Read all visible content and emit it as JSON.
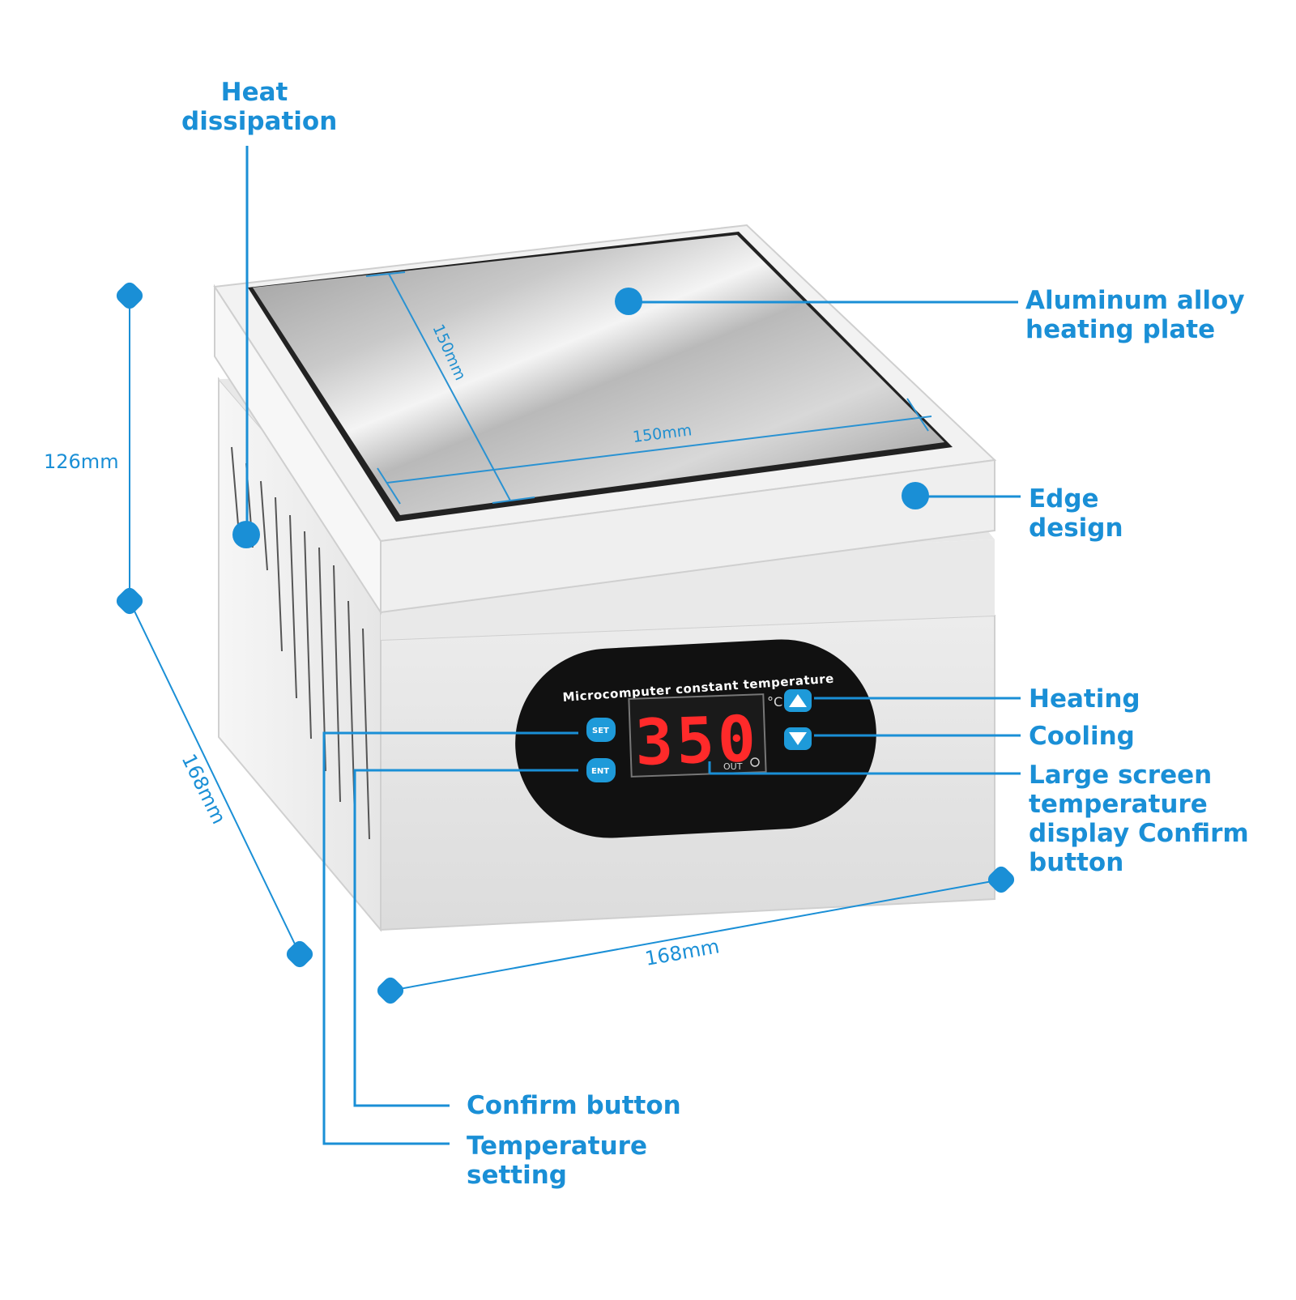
{
  "callouts": {
    "heat_dissipation": [
      "Heat",
      "dissipation"
    ],
    "aluminum_plate": [
      "Aluminum alloy",
      "heating plate"
    ],
    "edge_design": [
      "Edge",
      "design"
    ],
    "heating": "Heating",
    "cooling": "Cooling",
    "large_screen": [
      "Large screen",
      "temperature",
      "display Confirm",
      "button"
    ],
    "confirm_button": "Confirm button",
    "temperature_setting": [
      "Temperature",
      "setting"
    ]
  },
  "dimensions": {
    "height": "126mm",
    "depth": "168mm",
    "width": "168mm",
    "plate_depth": "150mm",
    "plate_width": "150mm"
  },
  "control_panel": {
    "title": "Microcomputer constant temperature",
    "display_value": "350",
    "unit": "°C",
    "set_label": "SET",
    "ent_label": "ENT",
    "out_label": "OUT"
  },
  "colors": {
    "accent": "#1a8fd6",
    "lcd": "#ff2a2a",
    "panel": "#111111",
    "body": "#e4e4e4"
  }
}
